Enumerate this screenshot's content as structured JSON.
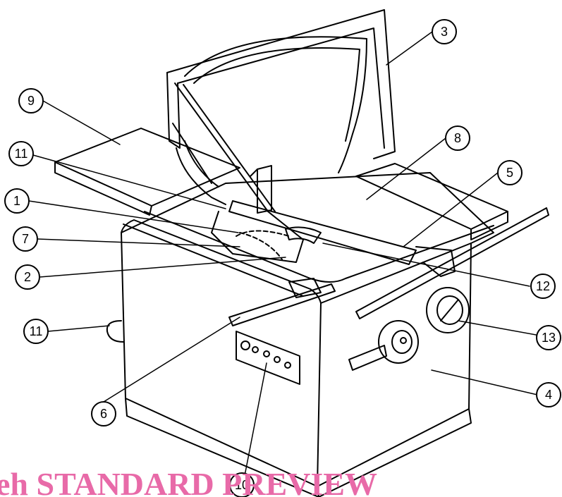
{
  "callouts": [
    {
      "id": "c1",
      "label": "1"
    },
    {
      "id": "c2",
      "label": "2"
    },
    {
      "id": "c3",
      "label": "3"
    },
    {
      "id": "c4",
      "label": "4"
    },
    {
      "id": "c5",
      "label": "5"
    },
    {
      "id": "c6",
      "label": "6"
    },
    {
      "id": "c7",
      "label": "7"
    },
    {
      "id": "c8",
      "label": "8"
    },
    {
      "id": "c9",
      "label": "9"
    },
    {
      "id": "c10",
      "label": "10"
    },
    {
      "id": "c11a",
      "label": "11"
    },
    {
      "id": "c11b",
      "label": "11"
    },
    {
      "id": "c12",
      "label": "12"
    },
    {
      "id": "c13",
      "label": "13"
    }
  ],
  "watermark": "eh STANDARD PREVIEW",
  "colors": {
    "line": "#000000",
    "paper": "#ffffff",
    "watermark": "#e86aa8"
  }
}
